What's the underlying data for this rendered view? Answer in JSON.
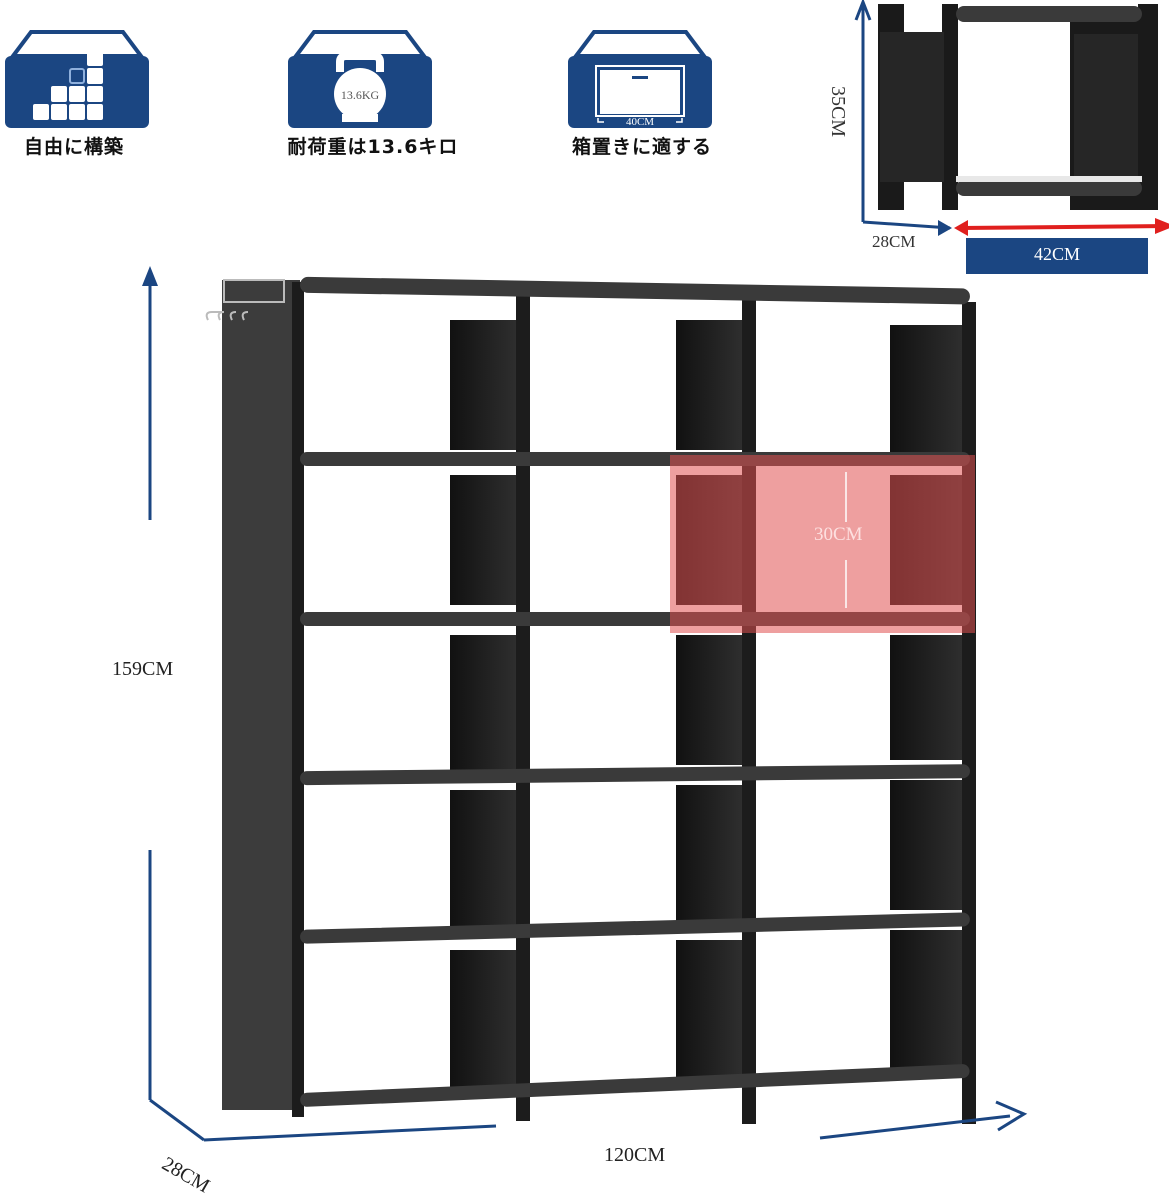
{
  "colors": {
    "navy": "#1b4682",
    "arrow_red": "#e0201e",
    "highlight": "#e05050",
    "frame": "#2a2a2a"
  },
  "features": [
    {
      "icon": "stacking-blocks-icon",
      "caption": "自由に構築"
    },
    {
      "icon": "kettlebell-icon",
      "caption": "耐荷重は13.6キロ",
      "icon_text": "13.6KG"
    },
    {
      "icon": "storage-box-icon",
      "caption": "箱置きに適する",
      "icon_text": "40CM"
    }
  ],
  "single_unit": {
    "height_label": "35CM",
    "depth_label": "28CM",
    "width_label": "42CM"
  },
  "main_rack": {
    "height_label": "159CM",
    "width_label": "120CM",
    "depth_label": "28CM",
    "cube_height_label": "30CM",
    "columns": 3,
    "rows": 5
  }
}
